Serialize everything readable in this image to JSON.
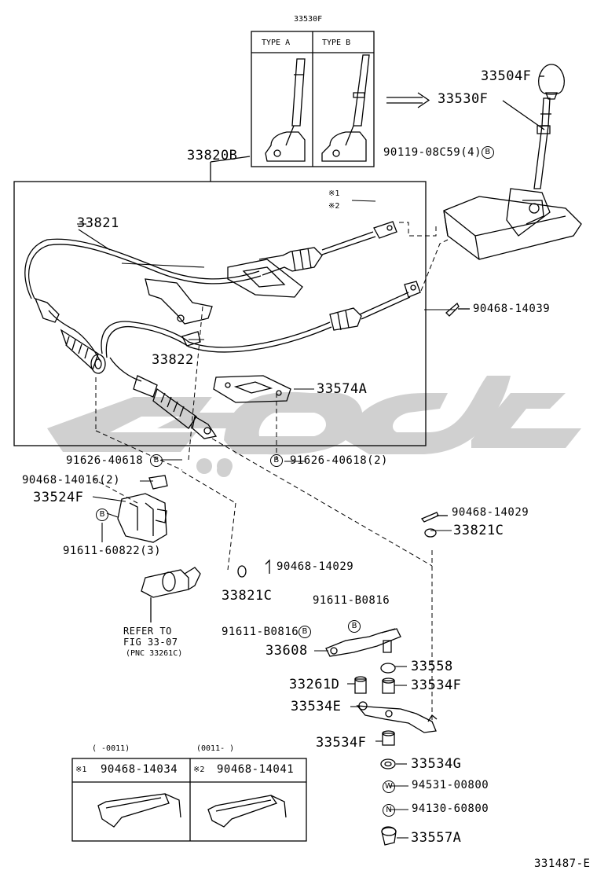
{
  "inset": {
    "part": "33530F",
    "type_a": "TYPE A",
    "type_b": "TYPE B"
  },
  "parts": {
    "p33504F": "33504F",
    "p33530F": "33530F",
    "p33820B": "33820B",
    "p90119": "90119-08C59(4)",
    "note1": "※1",
    "note2": "※2",
    "p33821": "33821",
    "p90468_14039": "90468-14039",
    "p33822": "33822",
    "p33574A": "33574A",
    "p91626_left": "91626-40618",
    "p91626_right": "91626-40618(2)",
    "p90468_14016": "90468-14016(2)",
    "p33524F": "33524F",
    "p91611_60822": "91611-60822(3)",
    "p90468_14029_a": "90468-14029",
    "p33821C_a": "33821C",
    "p90468_14029_b": "90468-14029",
    "p33821C_b": "33821C",
    "refer_line1": "REFER TO",
    "refer_line2": "FIG 33-07",
    "refer_line3": "(PNC 33261C)",
    "p91611_B0816_a": "91611-B0816",
    "p91611_B0816_b": "91611-B0816",
    "p33608": "33608",
    "p33558": "33558",
    "p33261D": "33261D",
    "p33534F_a": "33534F",
    "p33534E": "33534E",
    "p33534F_b": "33534F",
    "p33534G": "33534G",
    "p94531": "94531-00800",
    "p94130": "94130-60800",
    "p33557A": "33557A",
    "figure_id": "331487-E"
  },
  "badges": {
    "b": "B",
    "w": "W",
    "n": "N"
  },
  "table": {
    "col1_range": "( -0011)",
    "col2_range": "(0011- )",
    "col1_mark": "※1",
    "col2_mark": "※2",
    "col1_part": "90468-14034",
    "col2_part": "90468-14041"
  },
  "watermark_color": "#c8c8c8"
}
